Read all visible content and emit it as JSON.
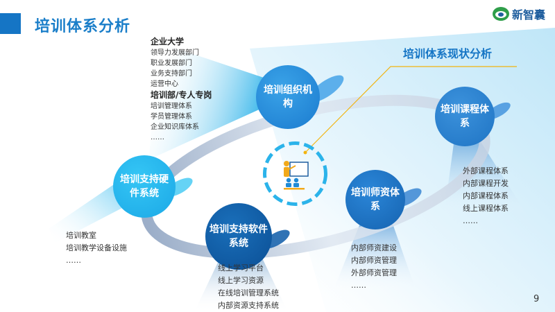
{
  "header": {
    "title": "培训体系分析",
    "logo_text": "新智囊"
  },
  "subtitle": "培训体系现状分析",
  "nodes": {
    "org": {
      "label": "培训组织机构"
    },
    "hardware": {
      "label": "培训支持硬件系统"
    },
    "software": {
      "label": "培训支持软件系统"
    },
    "teacher": {
      "label": "培训师资体系"
    },
    "course": {
      "label": "培训课程体系"
    }
  },
  "lists": {
    "org": [
      "企业大学",
      "领导力发展部门",
      "职业发展部门",
      "业务支持部门",
      "运营中心",
      "培训部/专人专岗",
      "培训管理体系",
      "学员管理体系",
      "企业知识库体系",
      "……"
    ],
    "hardware": [
      "培训教室",
      "培训教学设备设施",
      "……"
    ],
    "software": [
      "线上学习平台",
      "线上学习资源",
      "在线培训管理系统",
      "内部资源支持系统"
    ],
    "teacher": [
      "内部师资建设",
      "内部师资管理",
      "外部师资管理",
      "……"
    ],
    "course": [
      "外部课程体系",
      "内部课程开发",
      "内部课程体系",
      "线上课程体系",
      "……"
    ]
  },
  "page_number": "9",
  "colors": {
    "accent": "#1575c5",
    "title": "#1a7ec9"
  }
}
